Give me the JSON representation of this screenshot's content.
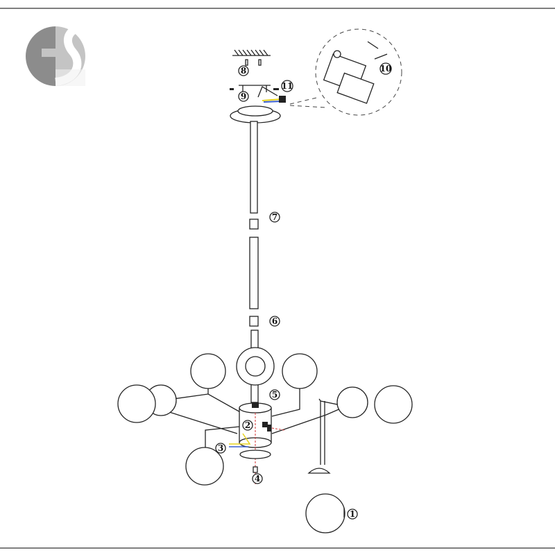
{
  "title": "Pendant chandelier assembly diagram",
  "logo": {
    "text": "ES"
  },
  "parts": [
    {
      "id": "1",
      "label": "1"
    },
    {
      "id": "2",
      "label": "2"
    },
    {
      "id": "3",
      "label": "3"
    },
    {
      "id": "4",
      "label": "4"
    },
    {
      "id": "5",
      "label": "5"
    },
    {
      "id": "6",
      "label": "6"
    },
    {
      "id": "7",
      "label": "7"
    },
    {
      "id": "8",
      "label": "8"
    },
    {
      "id": "9",
      "label": "9"
    },
    {
      "id": "10",
      "label": "10"
    },
    {
      "id": "11",
      "label": "11"
    }
  ],
  "colors": {
    "line": "#222222",
    "logo_dark": "#8c8c8c",
    "logo_light": "#c4c4c4",
    "wire_yellow": "#e6d21e",
    "wire_blue": "#3a5fd0",
    "wire_red": "#d03030"
  }
}
